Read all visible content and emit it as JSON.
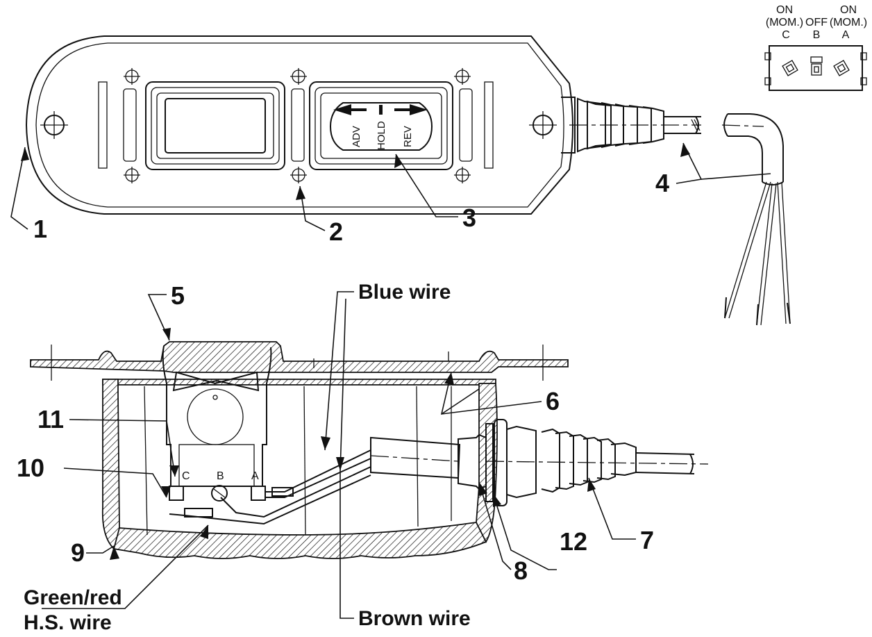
{
  "callouts": {
    "c1": "1",
    "c2": "2",
    "c3": "3",
    "c4": "4",
    "c5": "5",
    "c6": "6",
    "c7": "7",
    "c8": "8",
    "c9": "9",
    "c10": "10",
    "c11": "11",
    "c12": "12"
  },
  "wires": {
    "blue": "Blue wire",
    "brown": "Brown wire",
    "green_red_line1": "Green/red",
    "green_red_line2": "H.S. wire"
  },
  "switch_panel": {
    "adv": "ADV",
    "hold": "HOLD",
    "rev": "REV"
  },
  "switch_positions": {
    "c_state1": "ON",
    "c_state2": "(MOM.)",
    "c_letter": "C",
    "b_state": "OFF",
    "b_letter": "B",
    "a_state1": "ON",
    "a_state2": "(MOM.)",
    "a_letter": "A"
  },
  "terminals": {
    "c": "C",
    "b": "B",
    "a": "A"
  }
}
